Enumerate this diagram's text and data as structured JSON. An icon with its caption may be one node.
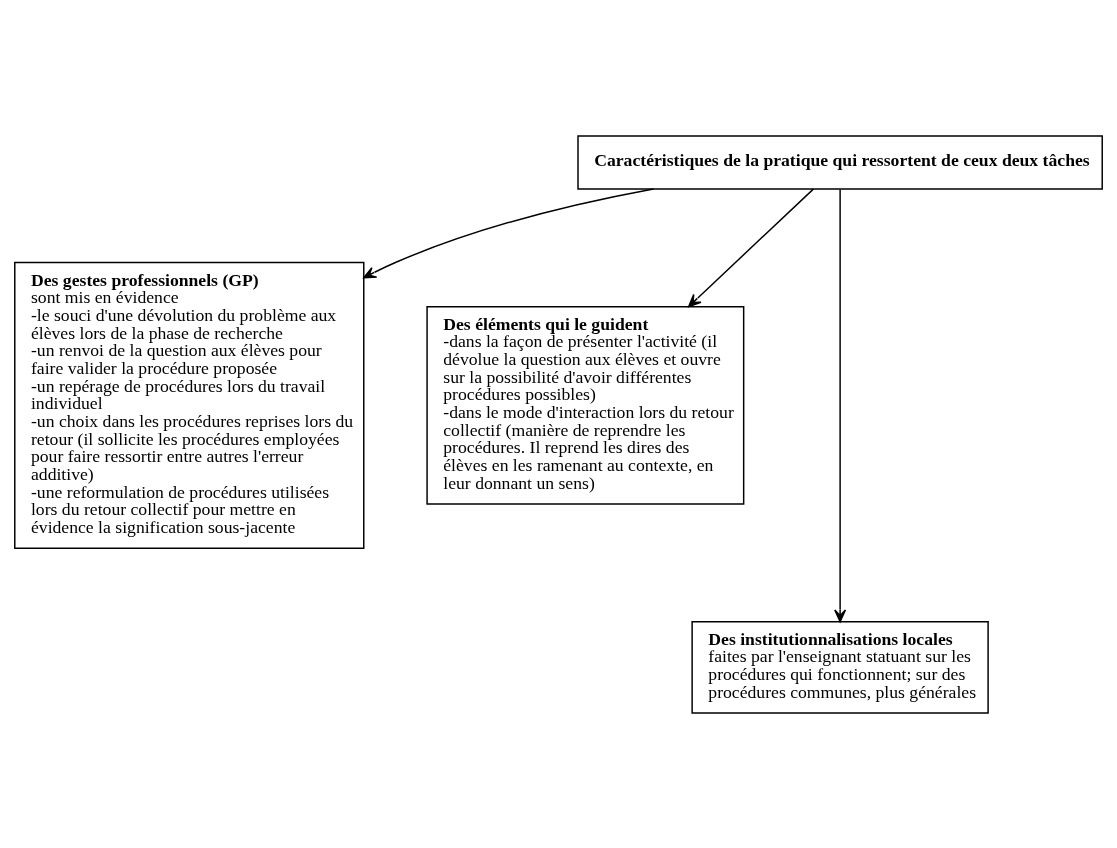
{
  "diagram": {
    "nodes": [
      {
        "text": [
          "**Caractéristiques de la pratique qui ressortent de ceux deux tâches**"
        ]
      },
      {
        "text": [
          "**Des gestes professionnels (GP)** sont mis en évidence",
          "-le souci d'une dévolution du problème aux élèves lors de la phase de recherche",
          "-un renvoi de la question aux élèves pour faire valider la procédure proposée",
          "-un repérage de procédures lors du travail individuel",
          "-un choix dans les procédures reprises lors du retour (il sollicite les procédures employées pour faire ressortir entre autres l'erreur additive)",
          "-une reformulation de procédures utilisées lors du retour collectif pour mettre en évidence la signification sous-jacente"
        ]
      },
      {
        "text": [
          "**Des éléments qui le guident**",
          "-dans la façon de présenter l'activité (il dévolue la question aux élèves et ouvre sur la possibilité d'avoir différentes procédures possibles)",
          "-dans le mode d'interaction lors du retour collectif (manière de reprendre les procédures. Il reprend les dires des élèves en les ramenant au contexte, en leur donnant un sens)"
        ]
      },
      {
        "text": [
          "**Des institutionnalisations locales** faites par l'enseignant statuant sur les procédures qui fonctionnent; sur des procédures communes, plus générales"
        ]
      }
    ],
    "edges": [
      {
        "from": 0,
        "to": 1,
        "arrow": "to"
      },
      {
        "from": 0,
        "to": 2,
        "arrow": "to"
      },
      {
        "from": 0,
        "to": 3,
        "arrow": "to"
      }
    ]
  }
}
